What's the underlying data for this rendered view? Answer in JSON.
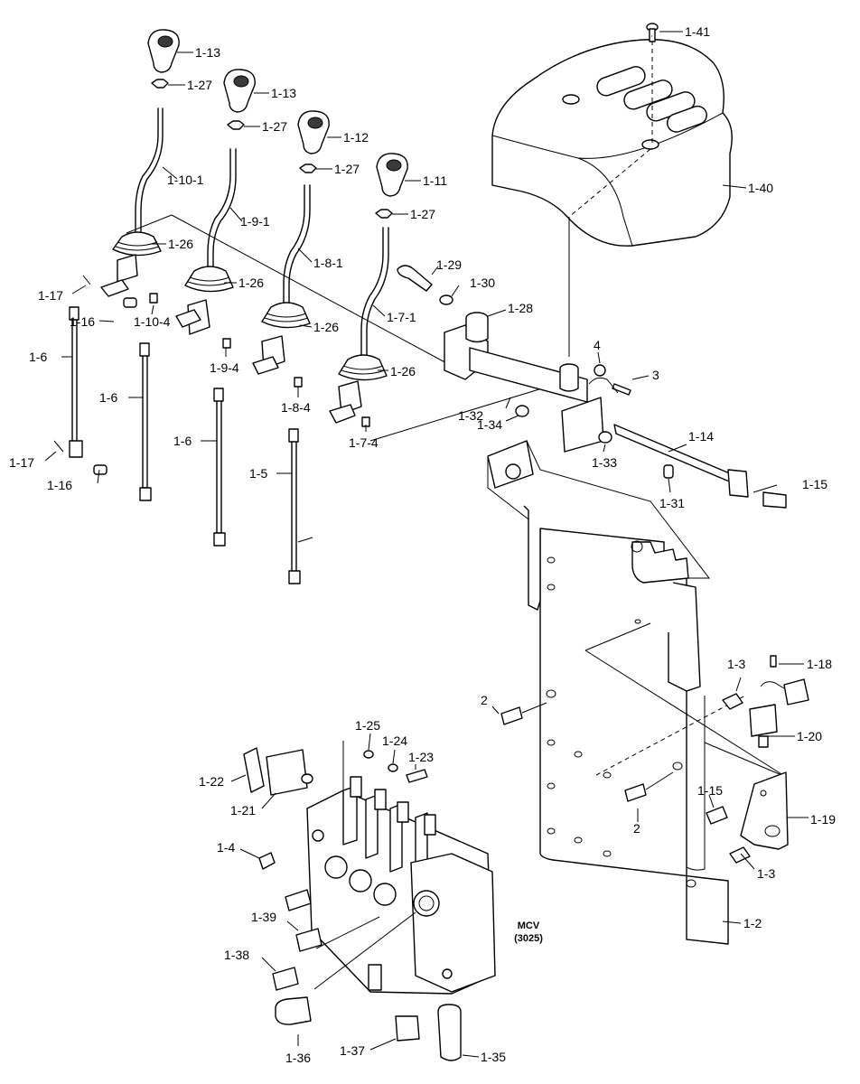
{
  "diagram": {
    "callouts": [
      "1-13",
      "1-27",
      "1-13",
      "1-27",
      "1-12",
      "1-27",
      "1-11",
      "1-27",
      "1-10-1",
      "1-9-1",
      "1-8-1",
      "1-7-1",
      "1-26",
      "1-26",
      "1-26",
      "1-26",
      "1-17",
      "1-16",
      "1-10-4",
      "1-6",
      "1-6",
      "1-9-4",
      "1-6",
      "1-8-4",
      "1-7-4",
      "1-5",
      "1-17",
      "1-16",
      "1-29",
      "1-30",
      "1-28",
      "4",
      "3",
      "1-32",
      "1-34",
      "1-33",
      "1-14",
      "1-31",
      "1-15",
      "1-41",
      "1-40",
      "1-3",
      "1-18",
      "2",
      "1-20",
      "2",
      "1-15",
      "1-19",
      "1-3",
      "1-2",
      "1-25",
      "1-24",
      "1-23",
      "1-22",
      "1-21",
      "1-4",
      "1-39",
      "1-38",
      "1-36",
      "1-37",
      "1-35"
    ],
    "mcv_label": [
      "MCV",
      "(3025)"
    ]
  }
}
